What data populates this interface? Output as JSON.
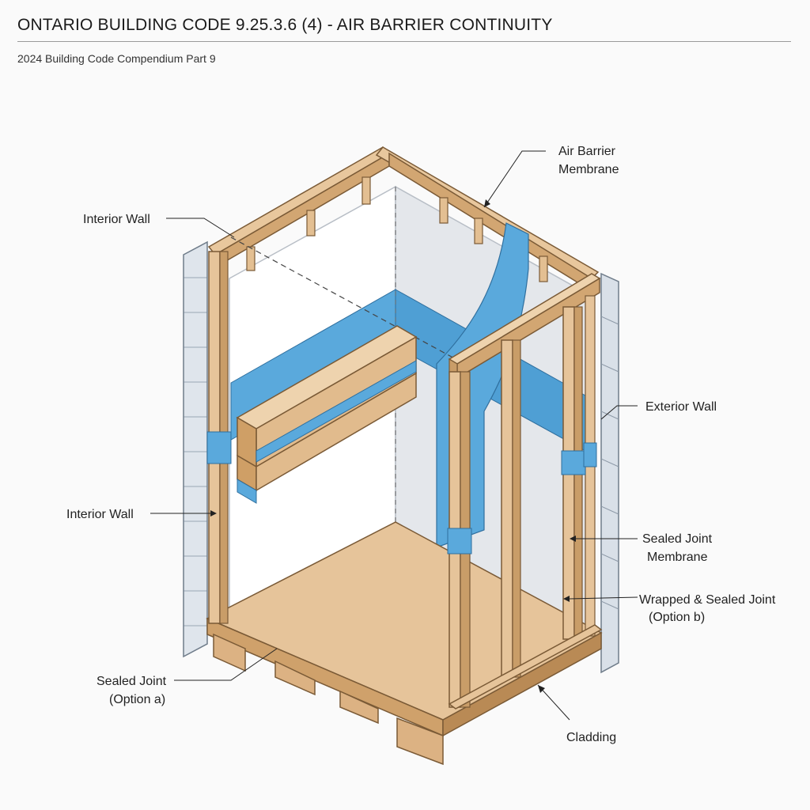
{
  "header": {
    "title": "ONTARIO BUILDING CODE 9.25.3.6 (4) - AIR BARRIER CONTINUITY",
    "subtitle": "2024 Building Code Compendium Part 9"
  },
  "labels": {
    "interior_wall_top": "Interior Wall",
    "air_barrier_line1": "Air Barrier",
    "air_barrier_line2": "Membrane",
    "exterior_wall": "Exterior Wall",
    "interior_wall_left": "Interior Wall",
    "sealed_joint_membrane_line1": "Sealed Joint",
    "sealed_joint_membrane_line2": "Membrane",
    "wrapped_joint_line1": "Wrapped & Sealed Joint",
    "wrapped_joint_line2": "(Option b)",
    "sealed_joint_a_line1": "Sealed Joint",
    "sealed_joint_a_line2": "(Option a)",
    "cladding": "Cladding"
  },
  "colors": {
    "wood": "#e6c49a",
    "wood_dark": "#c99d68",
    "wood_edge": "#7a5a36",
    "membrane": "#5aa9dc",
    "membrane_dark": "#3d8bc4",
    "drywall": "#e9ebee",
    "cladding": "#d9e0e8"
  }
}
